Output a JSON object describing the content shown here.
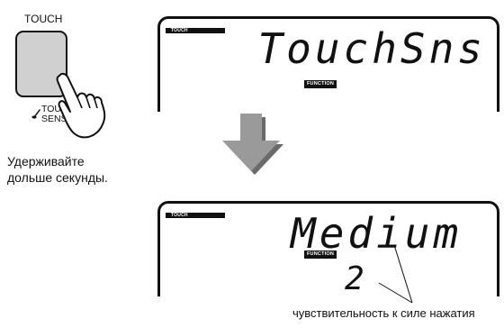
{
  "button": {
    "title": "TOUCH",
    "sub_line1": "TOUCH",
    "sub_line2": "SENSE"
  },
  "caption": {
    "line1": "Удерживайте",
    "line2": "дольше секунды."
  },
  "display_top": {
    "mode_tag": "TOUCH",
    "function_tag": "FUNCTION",
    "text": "TouchSns"
  },
  "display_bottom": {
    "mode_tag": "TOUCH",
    "function_tag": "FUNCTION",
    "text": "Medium",
    "value": "2"
  },
  "callout": "чувствительность к силе нажатия",
  "colors": {
    "key_fill": "#d0d0d0",
    "arrow_fill": "#9a9a9a",
    "arrow_shadow": "#6a6a6a"
  },
  "icons": [
    "pointing-hand-icon",
    "music-note-icon",
    "down-arrow-icon"
  ]
}
